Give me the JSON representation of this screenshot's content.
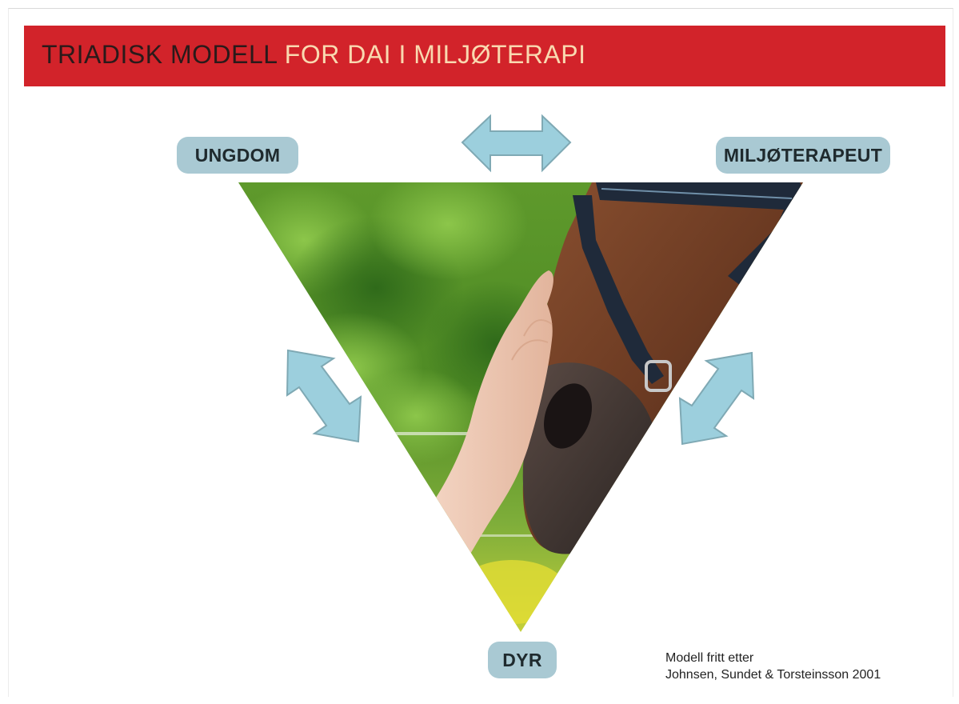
{
  "title": {
    "part1": "TRIADISK MODELL",
    "part2": "FOR DAI I MILJØTERAPI"
  },
  "nodes": {
    "top_left": "UNGDOM",
    "top_right": "MILJØTERAPEUT",
    "bottom": "DYR"
  },
  "image": {
    "icon": "horse-and-hand-photo"
  },
  "arrows": {
    "icon": "double-headed-arrow-icon",
    "color": "#9ccfdd",
    "outline": "#7fa9b4"
  },
  "credit": {
    "line1": "Modell fritt etter",
    "line2": "Johnsen, Sundet & Torsteinsson 2001"
  },
  "colors": {
    "title_bar": "#d2232a",
    "title_dark": "#2a1a1a",
    "title_light": "#f9d9b0",
    "pill": "#a9c9d3"
  }
}
